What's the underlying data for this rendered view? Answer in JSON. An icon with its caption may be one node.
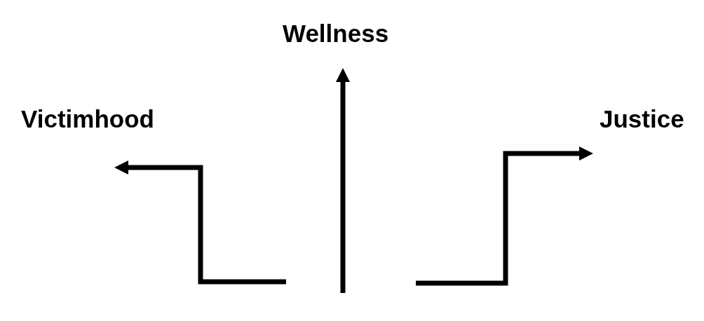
{
  "diagram": {
    "nodes": [
      {
        "text": [
          "Wellness"
        ]
      },
      {
        "text": [
          "Victimhood"
        ]
      },
      {
        "text": [
          "Justice"
        ]
      }
    ],
    "edges": [
      {
        "from": null,
        "to": 1,
        "arrow": "to"
      },
      {
        "from": null,
        "to": 0,
        "arrow": "to"
      },
      {
        "from": null,
        "to": 2,
        "arrow": "to"
      }
    ]
  }
}
